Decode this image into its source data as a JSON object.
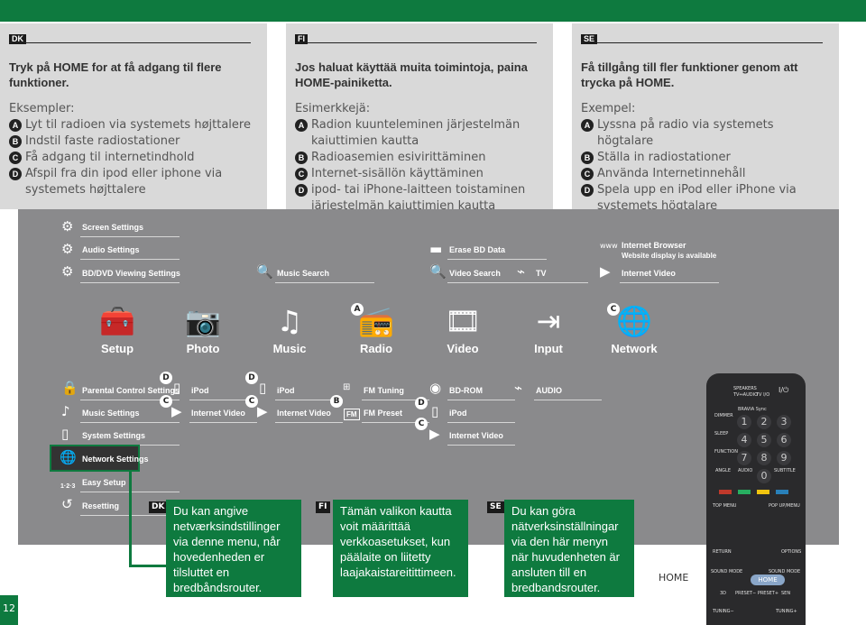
{
  "panels": [
    {
      "lang": "DK",
      "heading": "Tryk på HOME for at få adgang til flere funktioner.",
      "sub": "Eksempler:",
      "items": [
        {
          "badge": "A",
          "text": "Lyt til radioen via systemets højttalere"
        },
        {
          "badge": "B",
          "text": "Indstil faste radiostationer"
        },
        {
          "badge": "C",
          "text": "Få adgang til internetindhold"
        },
        {
          "badge": "D",
          "text": "Afspil fra din ipod eller iphone via systemets højttalere"
        }
      ]
    },
    {
      "lang": "FI",
      "heading": "Jos haluat käyttää muita toimintoja, paina HOME-painiketta.",
      "sub": "Esimerkkejä:",
      "items": [
        {
          "badge": "A",
          "text": "Radion kuunteleminen järjestelmän kaiuttimien kautta"
        },
        {
          "badge": "B",
          "text": "Radioasemien esivirittäminen"
        },
        {
          "badge": "C",
          "text": "Internet-sisällön käyttäminen"
        },
        {
          "badge": "D",
          "text": "ipod- tai iPhone-laitteen toistaminen järjestelmän kaiuttimien kautta"
        }
      ]
    },
    {
      "lang": "SE",
      "heading": "Få tillgång till fler funktioner genom att trycka på HOME.",
      "sub": "Exempel:",
      "items": [
        {
          "badge": "A",
          "text": "Lyssna på radio via systemets högtalare"
        },
        {
          "badge": "B",
          "text": "Ställa in radiostationer"
        },
        {
          "badge": "C",
          "text": "Använda Internetinnehåll"
        },
        {
          "badge": "D",
          "text": "Spela upp en iPod eller iPhone via systemets högtalare"
        }
      ]
    }
  ],
  "menu_top": {
    "screen_settings": "Screen Settings",
    "audio_settings": "Audio Settings",
    "bd_dvd_settings": "BD/DVD Viewing Settings",
    "music_search": "Music Search",
    "erase_bd": "Erase BD Data",
    "video_search": "Video Search",
    "tv": "TV",
    "internet_browser": "Internet Browser",
    "browser_note": "Website display is available",
    "internet_video": "Internet Video"
  },
  "categories": [
    {
      "label": "Setup",
      "glyph": "🧰"
    },
    {
      "label": "Photo",
      "glyph": "📷"
    },
    {
      "label": "Music",
      "glyph": "♫"
    },
    {
      "label": "Radio",
      "glyph": "📻"
    },
    {
      "label": "Video",
      "glyph": "🎞"
    },
    {
      "label": "Input",
      "glyph": "⇥"
    },
    {
      "label": "Network",
      "glyph": "🌐"
    }
  ],
  "category_letters": {
    "radio": "A",
    "network": "C"
  },
  "menu_bottom": {
    "parental": "Parental Control Settings",
    "music_settings": "Music Settings",
    "system_settings": "System Settings",
    "network_settings": "Network Settings",
    "easy_setup": "Easy Setup",
    "easy_prefix": "1·2·3",
    "resetting": "Resetting",
    "photo_ipod": "iPod",
    "photo_internet_video": "Internet Video",
    "music_ipod": "iPod",
    "music_internet_video": "Internet Video",
    "fm_tuning": "FM Tuning",
    "fm_preset": "FM Preset",
    "bd_rom": "BD-ROM",
    "video_ipod": "iPod",
    "video_internet_video": "Internet Video",
    "audio": "AUDIO",
    "letter_d": "D",
    "letter_c": "C",
    "letter_b": "B",
    "fm_tag": "FM"
  },
  "callouts": [
    {
      "lang": "DK",
      "text": "Du kan angive netværksindstillinger via denne menu, når hovedenheden er tilsluttet en bredbåndsrouter."
    },
    {
      "lang": "FI",
      "text": "Tämän valikon kautta voit määrittää verkkoasetukset, kun päälaite on liitetty laajakaistareitittimeen."
    },
    {
      "lang": "SE",
      "text": "Du kan göra nätverksinställningar via den här menyn när huvudenheten är ansluten till en bredbandsrouter."
    }
  ],
  "remote": {
    "home_label": "HOME",
    "home_button": "HOME",
    "speakers": "SPEAKERS",
    "tv_audio": "TV↔AUDIO",
    "tv_io": "TV I/O",
    "power": "I/⏻",
    "bravia": "BRAVIA Sync",
    "dimmer": "DIMMER",
    "sleep": "SLEEP",
    "function": "FUNCTION",
    "angle": "ANGLE",
    "audio": "AUDIO",
    "subtitle": "SUBTITLE",
    "top_menu": "TOP MENU",
    "pop_up": "POP UP/MENU",
    "return": "RETURN",
    "options": "OPTIONS",
    "sound_mode": "SOUND MODE",
    "sound_mode_r": "SOUND MODE",
    "3d": "3D",
    "preset": "PRESET−  PRESET+",
    "sen": "SEN",
    "tuning": "TUNING−",
    "tuning_r": "TUNING+",
    "digits": [
      "1",
      "2",
      "3",
      "4",
      "5",
      "6",
      "7",
      "8",
      "9",
      "0"
    ]
  },
  "page_number": "12",
  "colors": {
    "green": "#0e7a3f",
    "gray": "#8a8a8c",
    "panel": "#d9d9d9"
  }
}
